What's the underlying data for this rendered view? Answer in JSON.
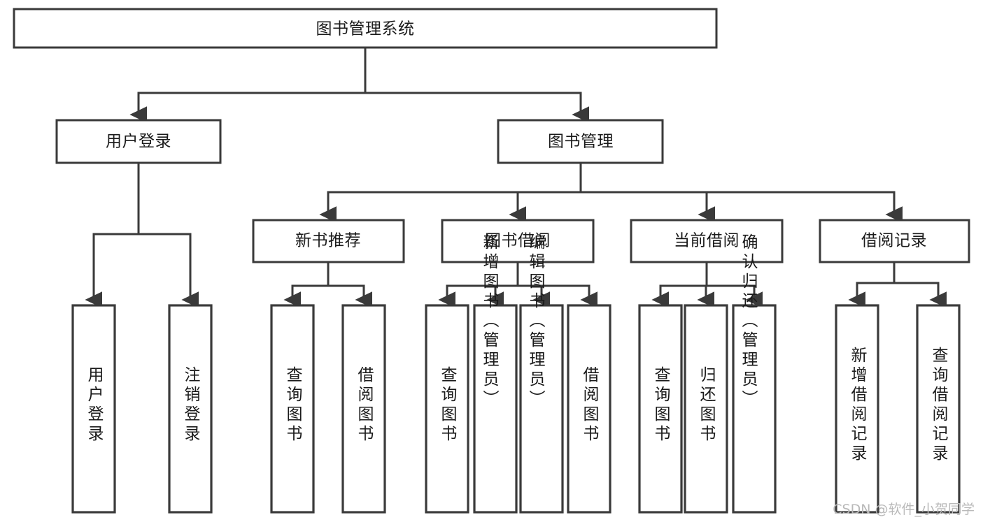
{
  "diagram": {
    "title": "图书管理系统",
    "watermark": "CSDN @软件_小贺同学",
    "colors": {
      "stroke": "#3a3a3a",
      "fill": "#ffffff",
      "text": "#1a1a1a",
      "watermark": "#b9b9b9",
      "background": "#ffffff"
    },
    "root": {
      "label": "图书管理系统"
    },
    "level2": [
      {
        "label": "用户登录"
      },
      {
        "label": "图书管理"
      }
    ],
    "level3": [
      {
        "label": "新书推荐"
      },
      {
        "label": "图书借阅"
      },
      {
        "label": "当前借阅"
      },
      {
        "label": "借阅记录"
      }
    ],
    "leaves": {
      "user_login": [
        {
          "label": "用户登录"
        },
        {
          "label": "注销登录"
        }
      ],
      "new_book": [
        {
          "label": "查询图书"
        },
        {
          "label": "借阅图书"
        }
      ],
      "book_borrow": [
        {
          "label": "查询图书"
        },
        {
          "label": "新增图书（管理员）"
        },
        {
          "label": "编辑图书（管理员）"
        },
        {
          "label": "借阅图书"
        }
      ],
      "current_borrow": [
        {
          "label": "查询图书"
        },
        {
          "label": "归还图书"
        },
        {
          "label": "确认归还（管理员）"
        }
      ],
      "borrow_record": [
        {
          "label": "新增借阅记录"
        },
        {
          "label": "查询借阅记录"
        }
      ]
    }
  }
}
